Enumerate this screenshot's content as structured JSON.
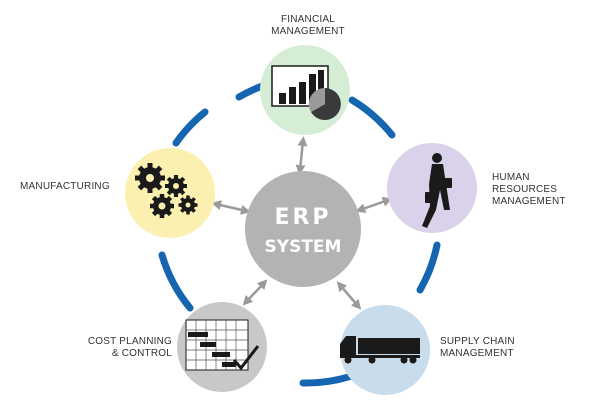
{
  "center": {
    "line1": "ERP",
    "line2": "SYSTEM"
  },
  "modules": {
    "financial": {
      "lines": [
        "FINANCIAL",
        "MANAGEMENT"
      ],
      "icon": "bar-pie-chart-icon",
      "color": "#d5ecd5"
    },
    "hr": {
      "lines": [
        "HUMAN",
        "RESOURCES",
        "MANAGEMENT"
      ],
      "icon": "businesswoman-icon",
      "color": "#d9d2ea"
    },
    "supply": {
      "lines": [
        "SUPPLY CHAIN",
        "MANAGEMENT"
      ],
      "icon": "truck-icon",
      "color": "#c9dcec"
    },
    "cost": {
      "lines": [
        "COST PLANNING",
        "& CONTROL"
      ],
      "icon": "gantt-checkmark-icon",
      "color": "#c8c8c8"
    },
    "manufacturing": {
      "lines": [
        "MANUFACTURING"
      ],
      "icon": "gears-icon",
      "color": "#fbf0b0"
    }
  },
  "colors": {
    "ring": "#1565b0",
    "center": "#b3b3b3",
    "arrows": "#9a9a9a",
    "icons": "#1a1a1a"
  }
}
